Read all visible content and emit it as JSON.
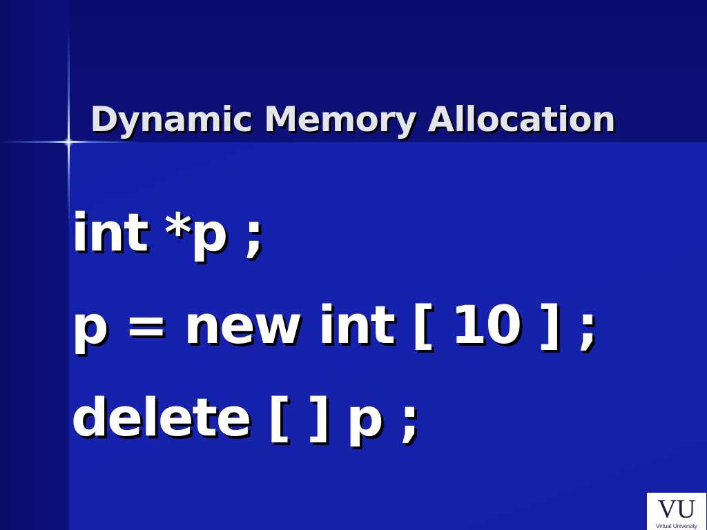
{
  "slide": {
    "title": "Dynamic Memory Allocation",
    "lines": [
      "int *p ;",
      "p = new int [ 10 ] ;",
      "delete [ ] p ;"
    ]
  },
  "logo": {
    "text": "VU",
    "caption": "Virtual University"
  },
  "colors": {
    "background": "#1420a8",
    "text": "#ffffff",
    "title": "#e4e4ec"
  }
}
